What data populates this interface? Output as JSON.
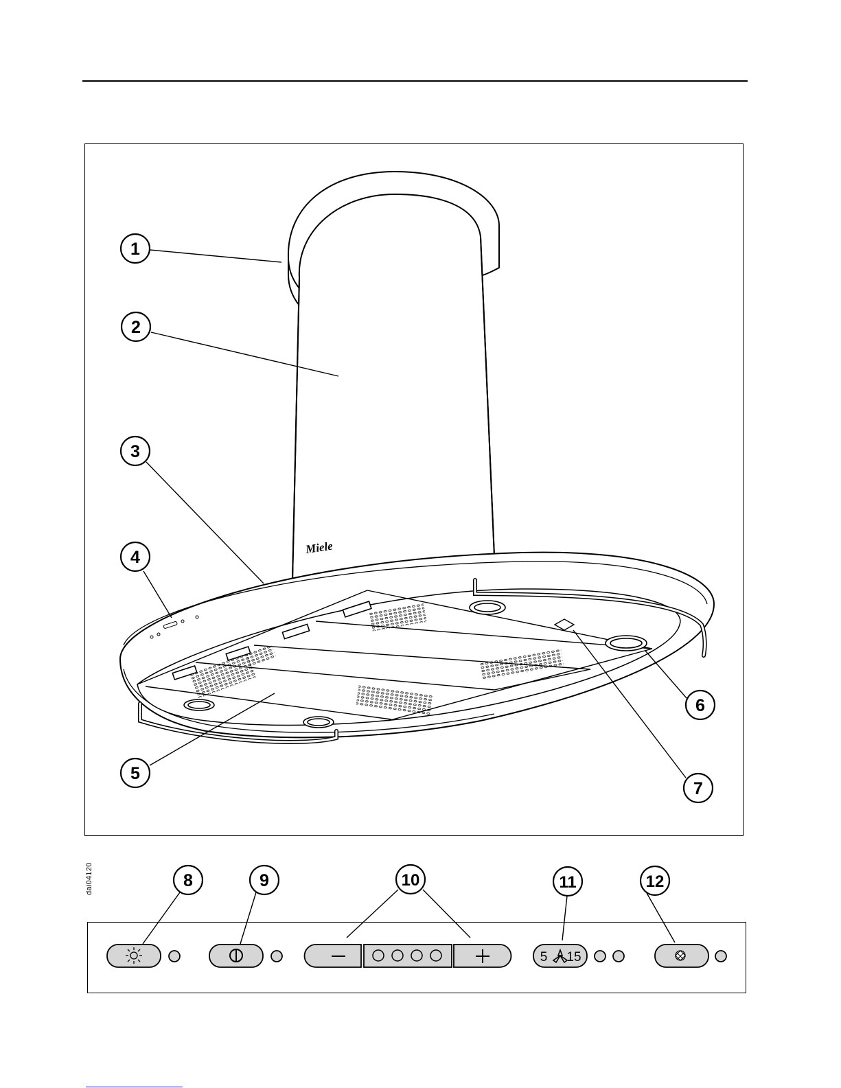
{
  "figure": {
    "brand": "Miele",
    "image_code": "dai04120",
    "callouts": [
      "1",
      "2",
      "3",
      "4",
      "5",
      "6",
      "7",
      "8",
      "9",
      "10",
      "11",
      "12"
    ]
  },
  "control_panel": {
    "button_11_label": {
      "left": "5",
      "right": "15"
    }
  },
  "icons": {
    "button_8": "light-bulb-icon",
    "button_9": "power-icon",
    "button_10_minus": "minus-icon",
    "button_10_plus": "plus-icon",
    "button_11": "fan-icon",
    "button_12": "grease-filter-icon"
  }
}
